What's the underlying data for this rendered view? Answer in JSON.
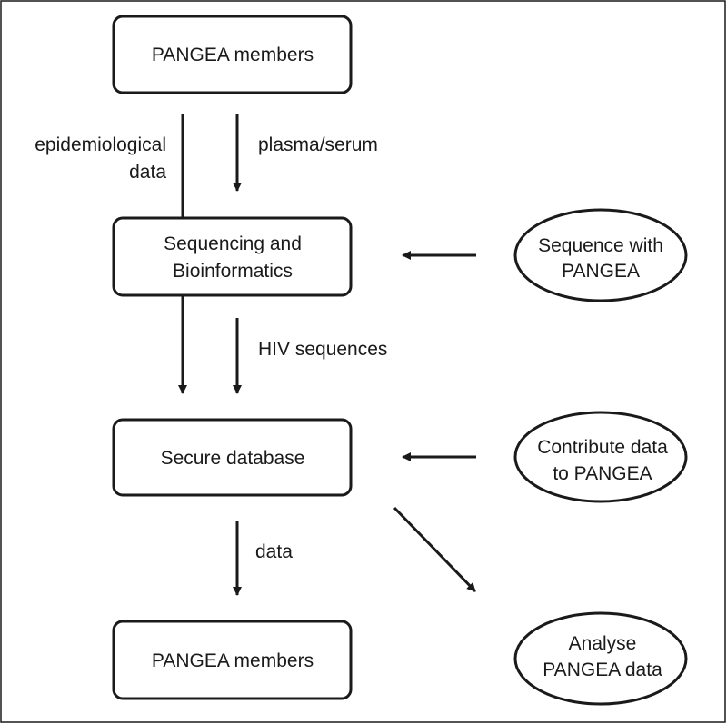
{
  "nodes": {
    "pangea_members_top": {
      "lines": [
        "PANGEA members"
      ]
    },
    "sequencing": {
      "lines": [
        "Sequencing and",
        "Bioinformatics"
      ]
    },
    "secure_database": {
      "lines": [
        "Secure database"
      ]
    },
    "pangea_members_bottom": {
      "lines": [
        "PANGEA members"
      ]
    },
    "sequence_with_pangea": {
      "lines": [
        "Sequence with",
        "PANGEA"
      ]
    },
    "contribute_data": {
      "lines": [
        "Contribute data",
        "to PANGEA"
      ]
    },
    "analyse_data": {
      "lines": [
        "Analyse",
        "PANGEA data"
      ]
    }
  },
  "labels": {
    "epidemiological": [
      "epidemiological",
      "data"
    ],
    "plasma_serum": [
      "plasma/serum"
    ],
    "hiv_sequences": [
      "HIV sequences"
    ],
    "data": [
      "data"
    ]
  },
  "colors": {
    "stroke": "#1a1a1a",
    "background": "#ffffff"
  }
}
